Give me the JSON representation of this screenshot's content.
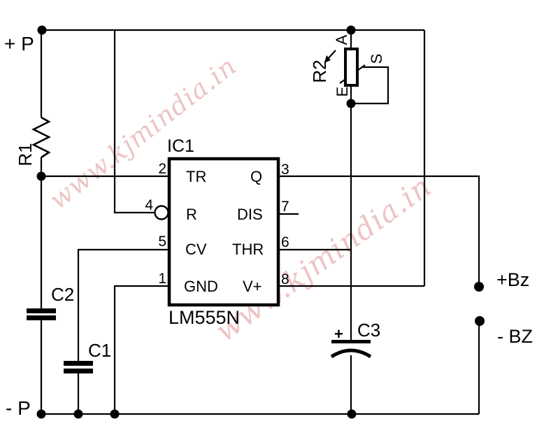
{
  "title": "555 timer buzzer circuit schematic",
  "colors": {
    "line": "#000000",
    "background": "#ffffff",
    "watermark_pink": "#eab6b6"
  },
  "watermark": {
    "text": "www.kjmindia.in"
  },
  "labels": {
    "power_plus": "+ P",
    "power_minus": "- P",
    "buzzer_plus": "+Bz",
    "buzzer_minus": "- BZ",
    "r1": "R1",
    "r2": "R2",
    "c1": "C1",
    "c2": "C2",
    "c3": "C3",
    "c3_polarity": "+",
    "pot_a": "A",
    "pot_s": "S",
    "pot_e": "E",
    "ic_ref": "IC1",
    "ic_part": "LM555N"
  },
  "ic": {
    "left_pins": [
      {
        "num": "2",
        "name": "TR"
      },
      {
        "num": "4",
        "name": "R"
      },
      {
        "num": "5",
        "name": "CV"
      },
      {
        "num": "1",
        "name": "GND"
      }
    ],
    "right_pins": [
      {
        "num": "3",
        "name": "Q"
      },
      {
        "num": "7",
        "name": "DIS"
      },
      {
        "num": "6",
        "name": "THR"
      },
      {
        "num": "8",
        "name": "V+"
      }
    ]
  }
}
